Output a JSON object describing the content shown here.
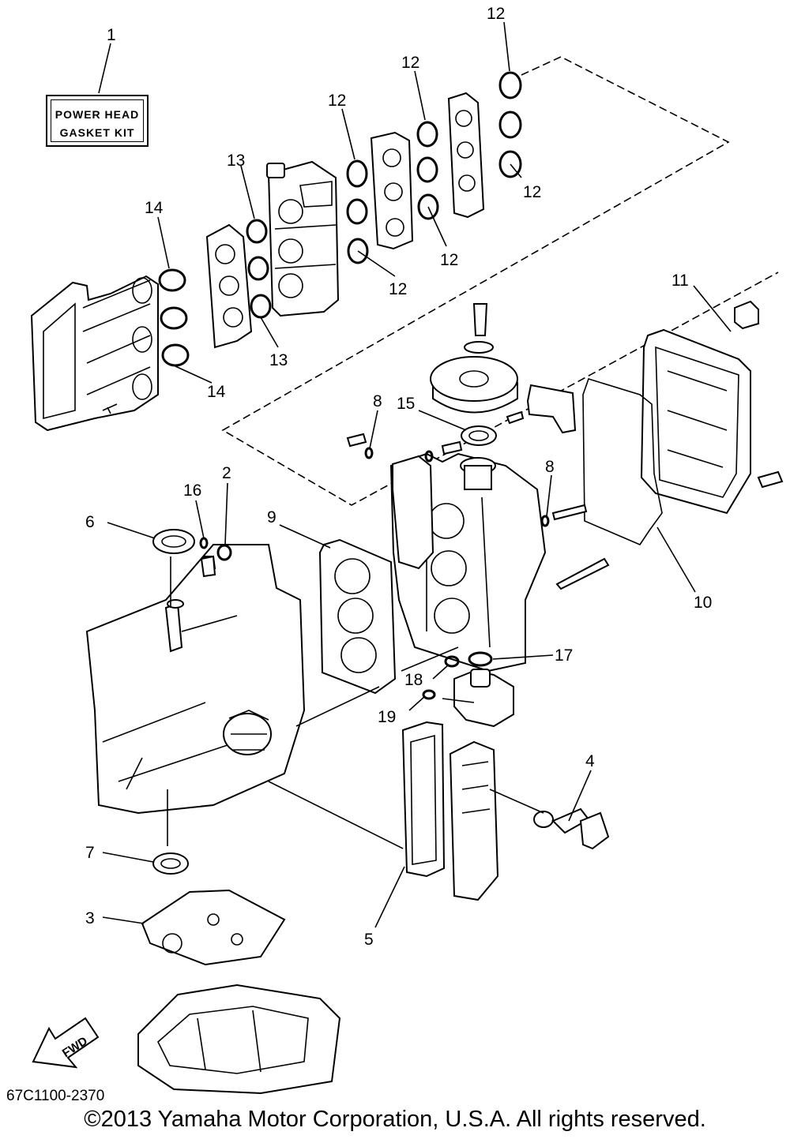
{
  "kit_label": {
    "line1": "POWER HEAD",
    "line2": "GASKET KIT"
  },
  "callouts": {
    "c1": "1",
    "c2": "2",
    "c3": "3",
    "c4": "4",
    "c5": "5",
    "c6": "6",
    "c7": "7",
    "c8a": "8",
    "c8b": "8",
    "c9": "9",
    "c10": "10",
    "c11": "11",
    "c12a": "12",
    "c12b": "12",
    "c12c": "12",
    "c12d": "12",
    "c12e": "12",
    "c12f": "12",
    "c13a": "13",
    "c13b": "13",
    "c14a": "14",
    "c14b": "14",
    "c15": "15",
    "c16": "16",
    "c17": "17",
    "c18": "18",
    "c19": "19"
  },
  "fwd_label": "FWD",
  "diagram_code": "67C1100-2370",
  "copyright": "©2013 Yamaha Motor Corporation, U.S.A. All rights reserved."
}
